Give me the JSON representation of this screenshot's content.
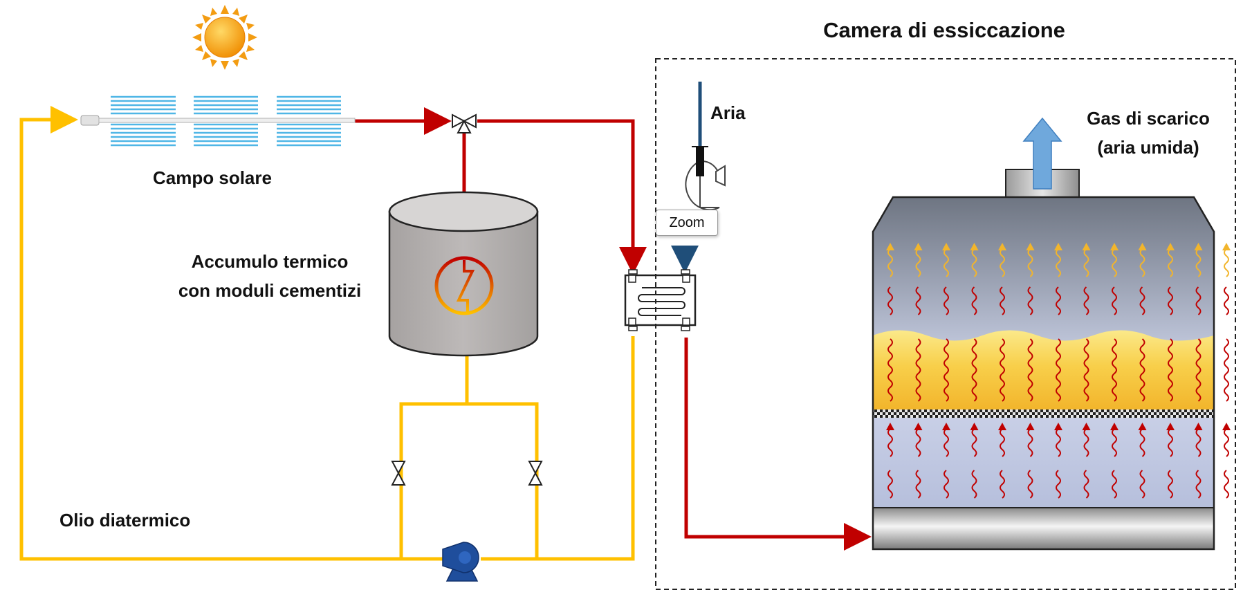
{
  "labels": {
    "chamber_title": "Camera di essiccazione",
    "air": "Aria",
    "exhaust_line1": "Gas di scarico",
    "exhaust_line2": "(aria umida)",
    "solar_field": "Campo solare",
    "storage_line1": "Accumulo termico",
    "storage_line2": "con moduli cementizi",
    "oil": "Olio diatermico"
  },
  "tooltip": {
    "zoom": "Zoom"
  },
  "colors": {
    "hot_line": "#c00000",
    "cold_line": "#ffc000",
    "air_line": "#1f4e79",
    "pump": "#1f4e9c",
    "tank": "#b0acab",
    "exhaust_arrow": "#6fa8dc"
  },
  "icons": {
    "sun": "sun-icon",
    "pump": "pump-icon",
    "fan": "fan-icon",
    "valve": "valve-icon",
    "heat_exchanger": "heat-exchanger-icon"
  }
}
